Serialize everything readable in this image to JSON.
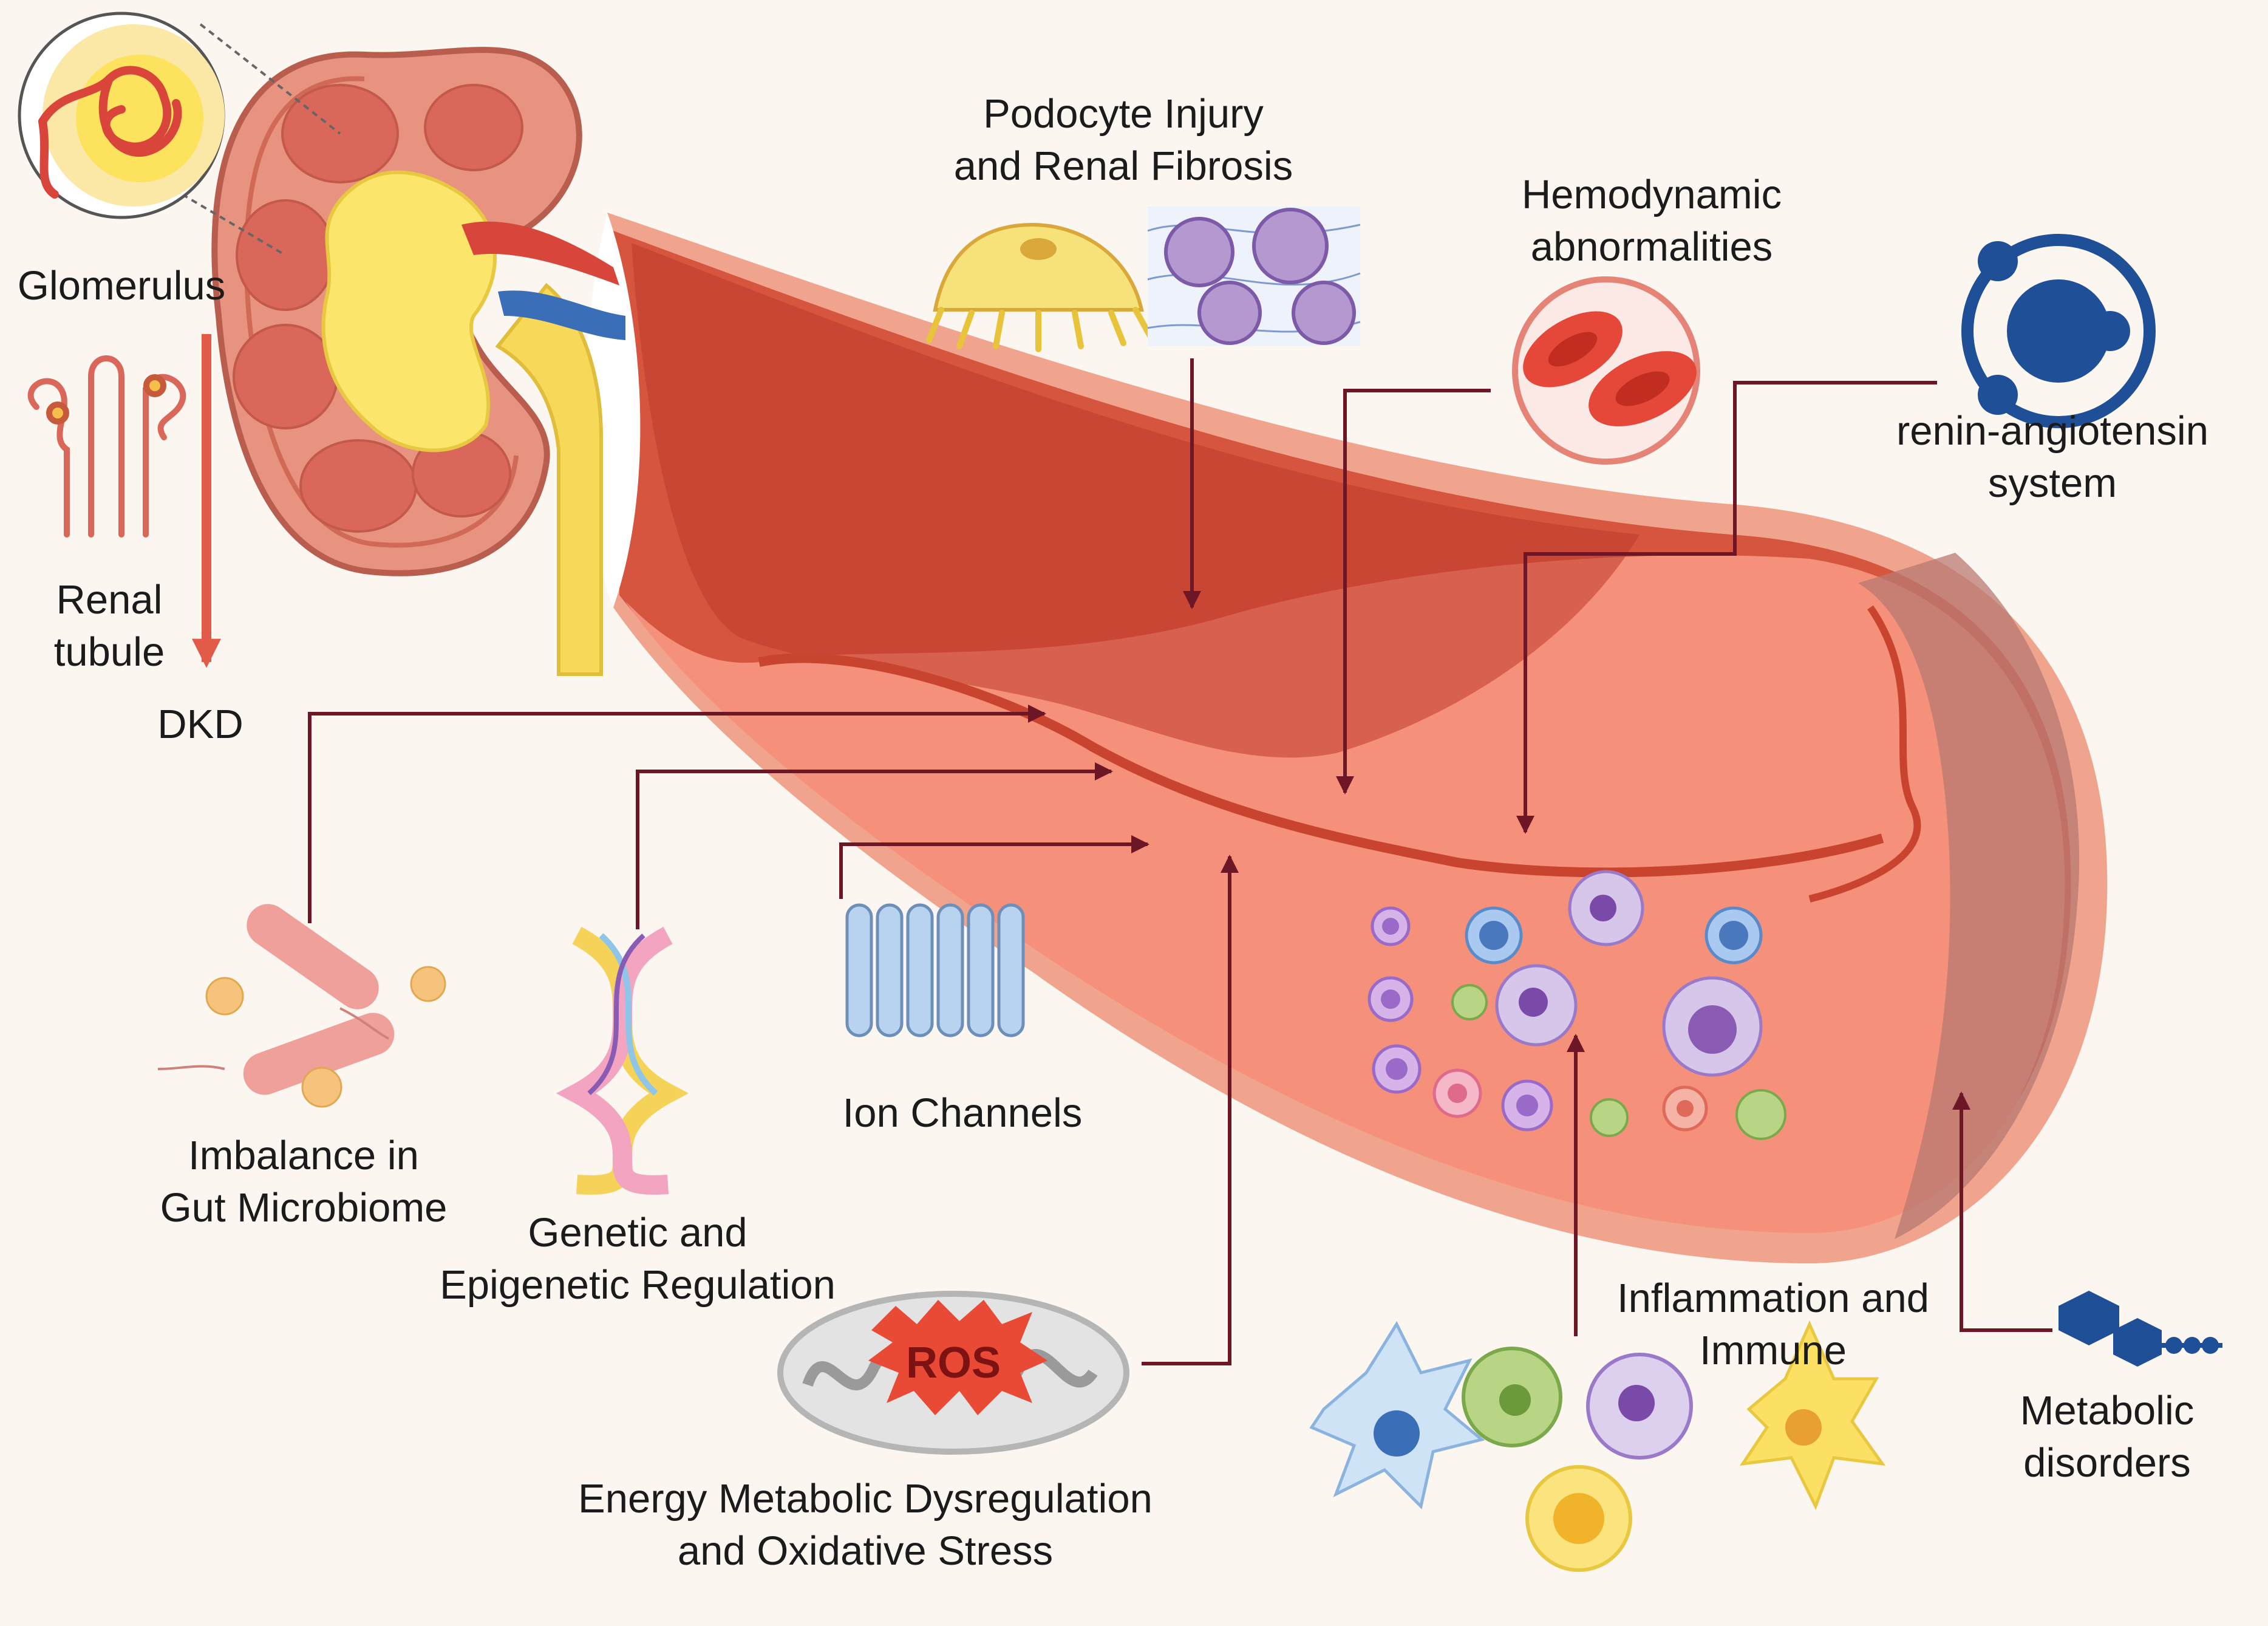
{
  "labels": {
    "glomerulus": "Glomerulus",
    "renal_tubule": [
      "Renal",
      "tubule"
    ],
    "dkd": "DKD",
    "podocyte": [
      "Podocyte Injury",
      "and Renal Fibrosis"
    ],
    "hemodynamic": [
      "Hemodynamic",
      "abnormalities"
    ],
    "ras": [
      "renin-angiotensin",
      "system"
    ],
    "gut": [
      "Imbalance in",
      "Gut Microbiome"
    ],
    "genetic": [
      "Genetic and",
      "Epigenetic Regulation"
    ],
    "ion": "Ion Channels",
    "energy": [
      "Energy Metabolic Dysregulation",
      "and Oxidative Stress"
    ],
    "ros": "ROS",
    "inflammation": [
      "Inflammation and",
      "Immune"
    ],
    "metabolic": [
      "Metabolic",
      "disorders"
    ]
  },
  "colors": {
    "background": "#fcf6f1",
    "vessel_outer": "#f0a48e",
    "vessel_wall": "#d6553e",
    "vessel_dark": "#c0392b",
    "lumen": "#f5907a",
    "arrow": "#6d1626",
    "kidney_cortex": "#e8937f",
    "medulla": "#fbe56b",
    "ureter": "#f7d858",
    "ras_blue": "#1f4f97"
  }
}
